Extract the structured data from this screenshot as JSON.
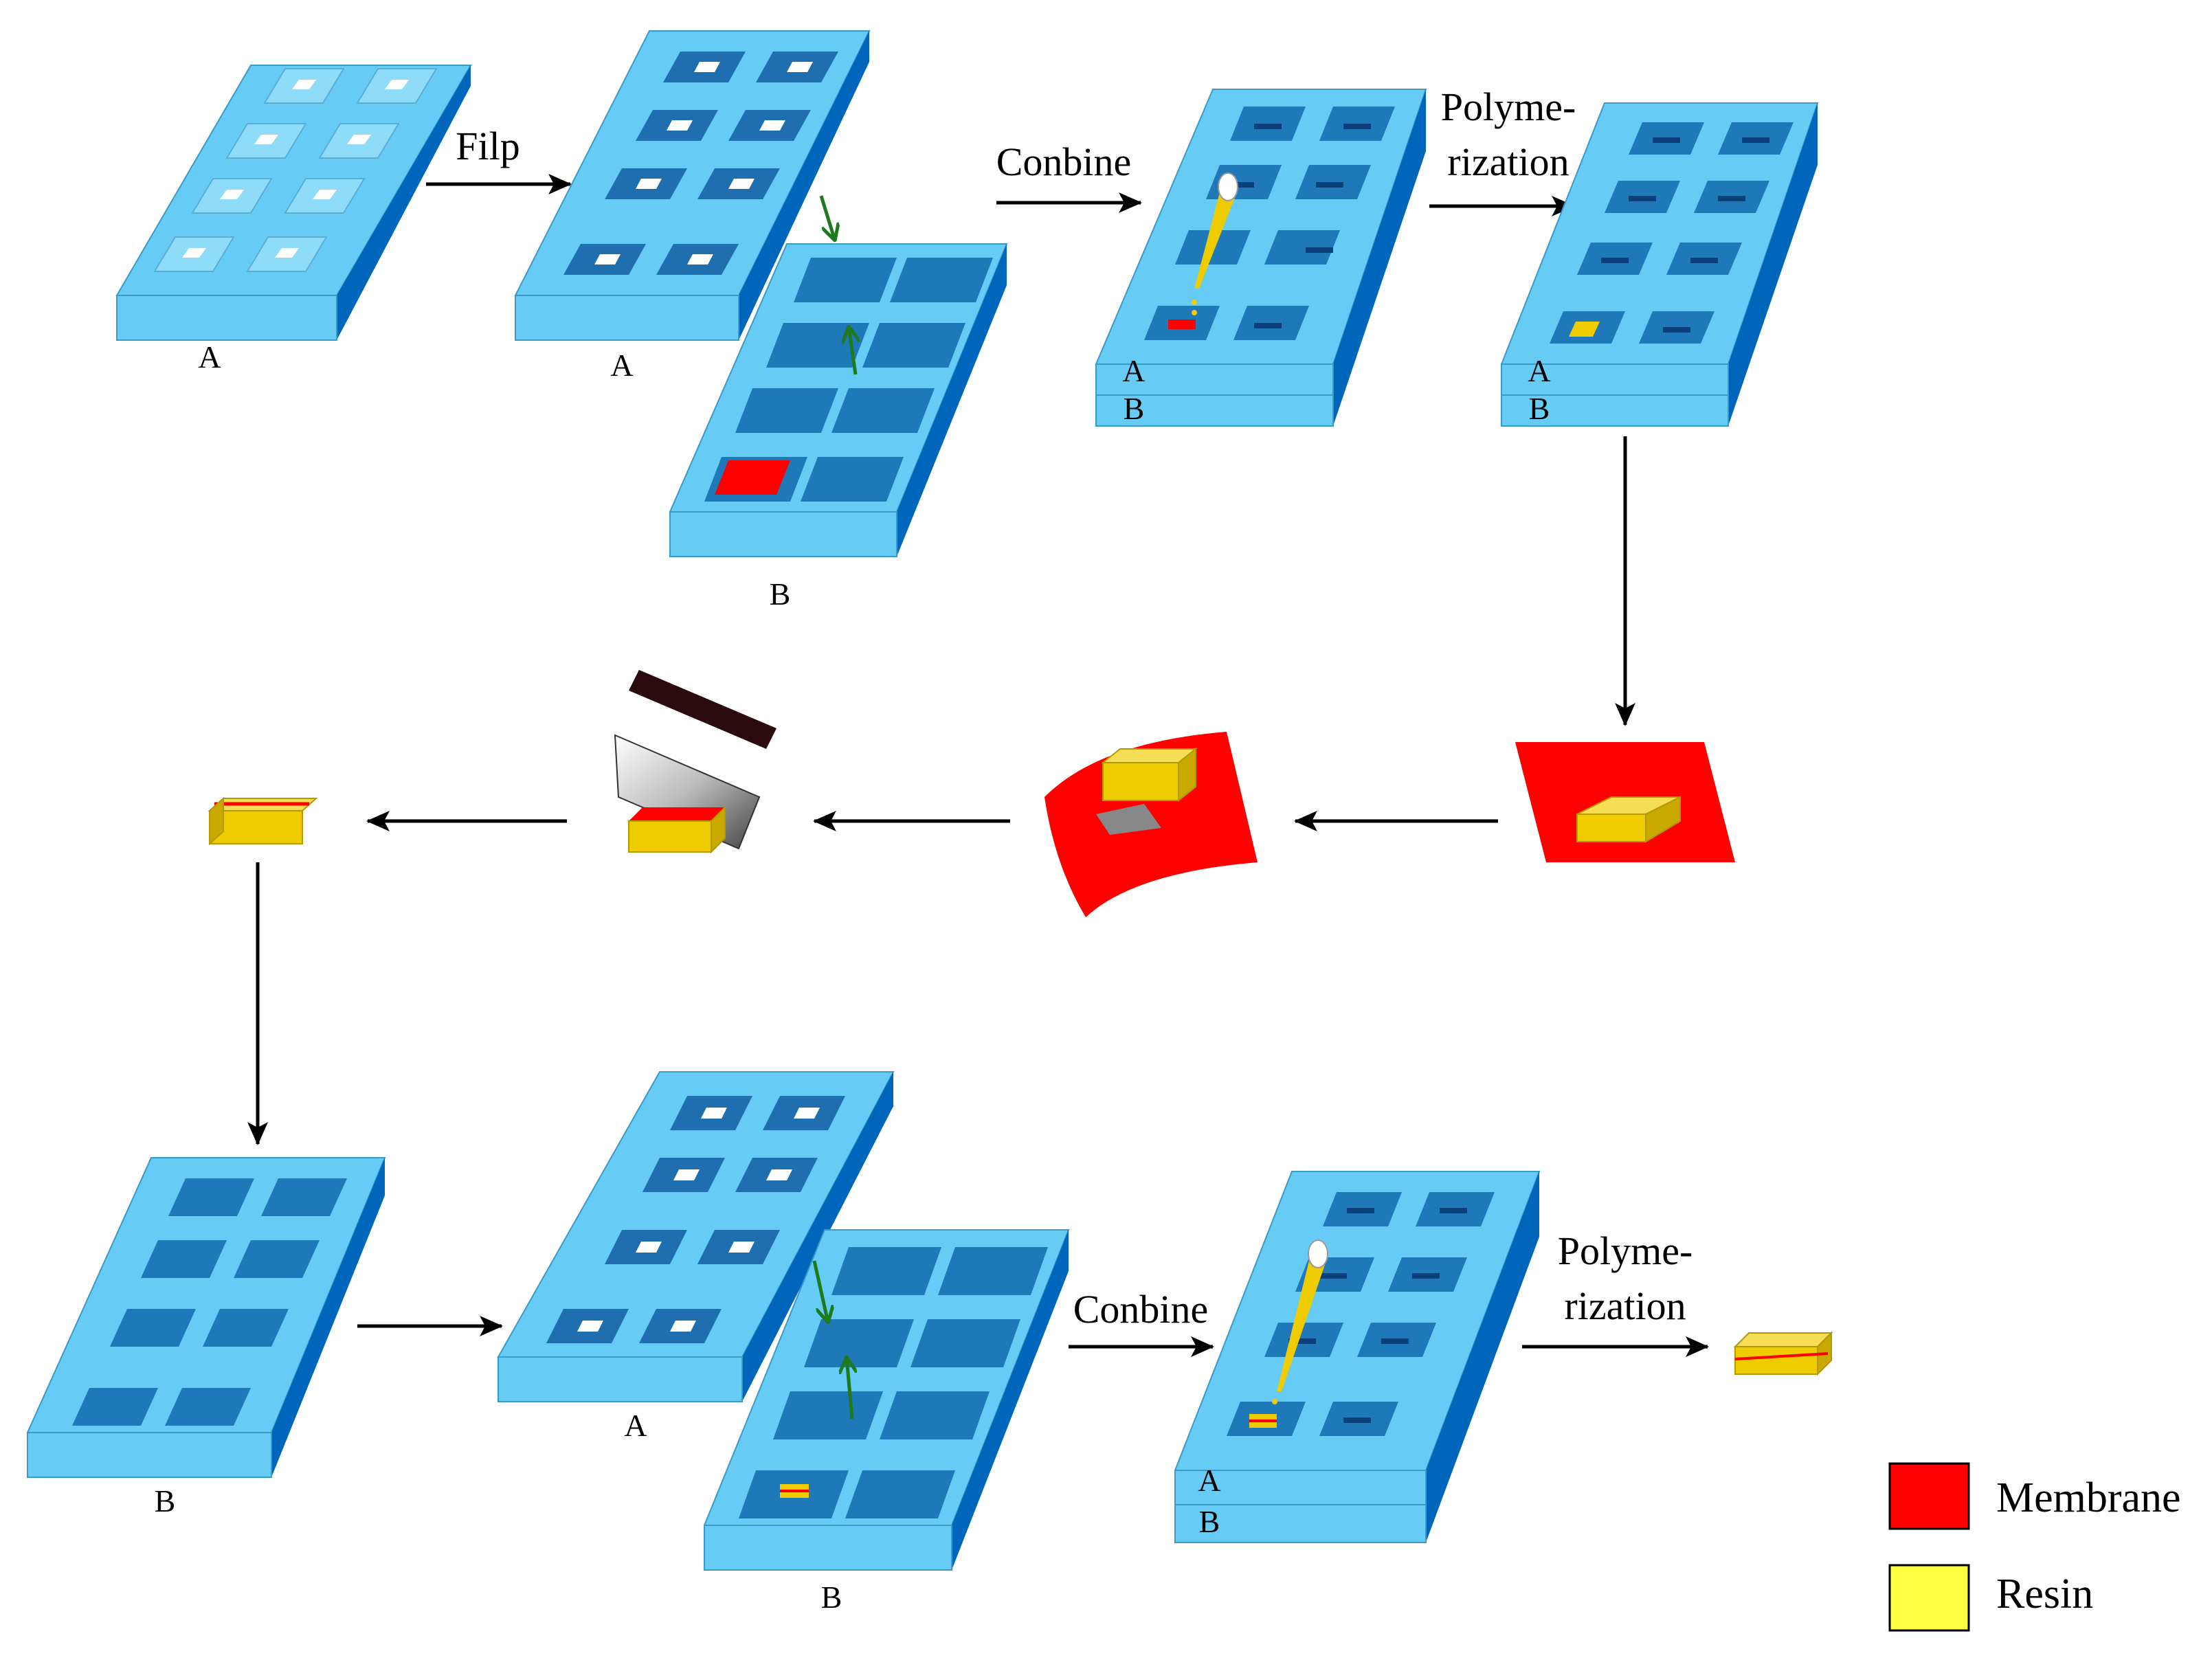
{
  "steps": {
    "flip": "Filp",
    "combine_1": "Conbine",
    "polymerization_1a": "Polyme-",
    "polymerization_1b": "rization",
    "combine_2": "Conbine",
    "polymerization_2a": "Polyme-",
    "polymerization_2b": "rization"
  },
  "molds": {
    "a1": "A",
    "a2": "A",
    "b2": "B",
    "a3": "A",
    "b3": "B",
    "a4": "A",
    "b4": "B",
    "b5": "B",
    "a6": "A",
    "b6": "B",
    "a7": "A",
    "b7": "B"
  },
  "legend": {
    "membrane": "Membrane",
    "resin": "Resin"
  },
  "colors": {
    "mold_top": "#66CCF5",
    "mold_side": "#0066BB",
    "well": "#2E8FD0",
    "membrane": "#FF0000",
    "resin": "#EECC00",
    "legend_resin": "#FFFF44",
    "arrow": "#000000",
    "green_arrow": "#1E7A1E"
  }
}
